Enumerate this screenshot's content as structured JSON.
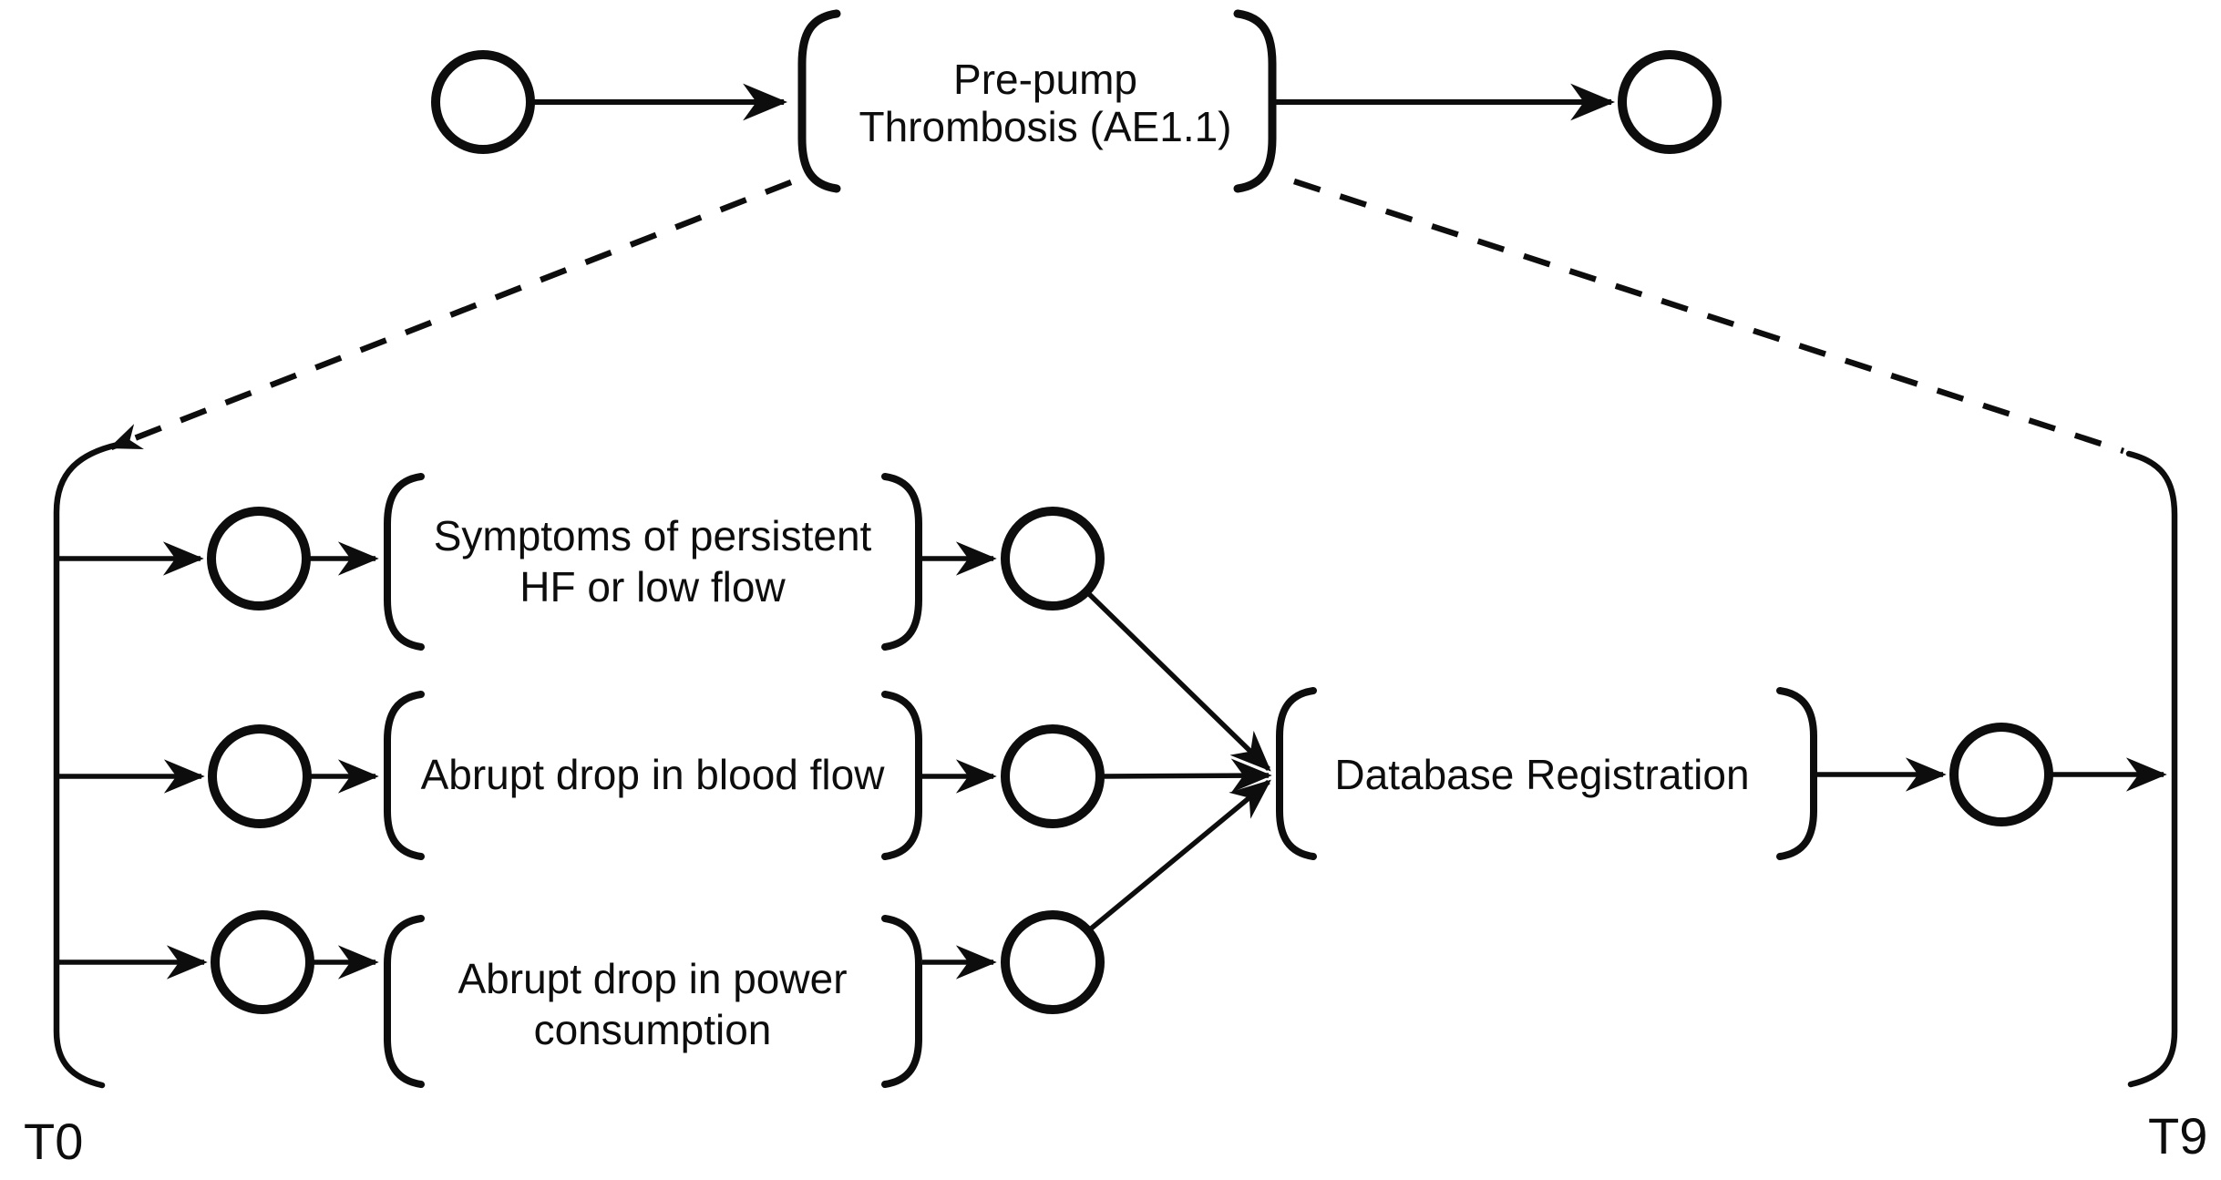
{
  "diagram": {
    "kind": "hierarchical timed-automaton / petri-net expansion diagram",
    "colors": {
      "ink": "#000000",
      "background": "#ffffff"
    },
    "top": {
      "transition": {
        "label": "Pre-pump Thrombosis (AE1.1)",
        "lines": [
          "Pre-pump",
          "Thrombosis (AE1.1)"
        ]
      }
    },
    "sub": {
      "start_label": "T0",
      "end_label": "T9",
      "branches": [
        {
          "label": "Symptoms of persistent HF or low flow",
          "lines": [
            "Symptoms of persistent",
            "HF or low flow"
          ]
        },
        {
          "label": "Abrupt drop in blood flow",
          "lines": [
            "Abrupt drop in blood flow"
          ]
        },
        {
          "label": "Abrupt drop in power consumption",
          "lines": [
            "Abrupt drop in power",
            "consumption"
          ]
        }
      ],
      "join": {
        "label": "Database Registration",
        "lines": [
          "Database Registration"
        ]
      }
    }
  }
}
